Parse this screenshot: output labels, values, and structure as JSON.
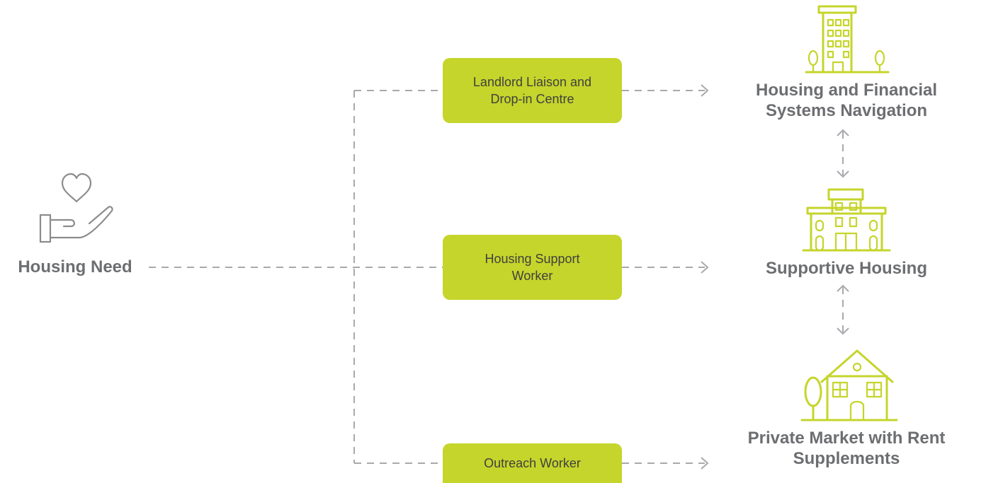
{
  "source": {
    "label": "Housing Need",
    "icon": "hand-heart-icon"
  },
  "services": [
    {
      "id": "landlord",
      "lines": [
        "Landlord Liaison and",
        "Drop-in Centre"
      ]
    },
    {
      "id": "support",
      "lines": [
        "Housing Support",
        "Worker"
      ]
    },
    {
      "id": "outreach",
      "lines": [
        "Outreach Worker"
      ]
    }
  ],
  "outcomes": [
    {
      "id": "navigation",
      "lines": [
        "Housing and Financial",
        "Systems Navigation"
      ],
      "icon": "office-building-icon"
    },
    {
      "id": "supportive",
      "lines": [
        "Supportive Housing"
      ],
      "icon": "apartment-building-icon"
    },
    {
      "id": "private",
      "lines": [
        "Private Market with Rent",
        "Supplements"
      ],
      "icon": "house-with-tree-icon"
    }
  ],
  "colors": {
    "accent": "#c5d52b",
    "connector": "#a7a9ac",
    "text": "#6d6e71",
    "box_text": "#404040"
  }
}
